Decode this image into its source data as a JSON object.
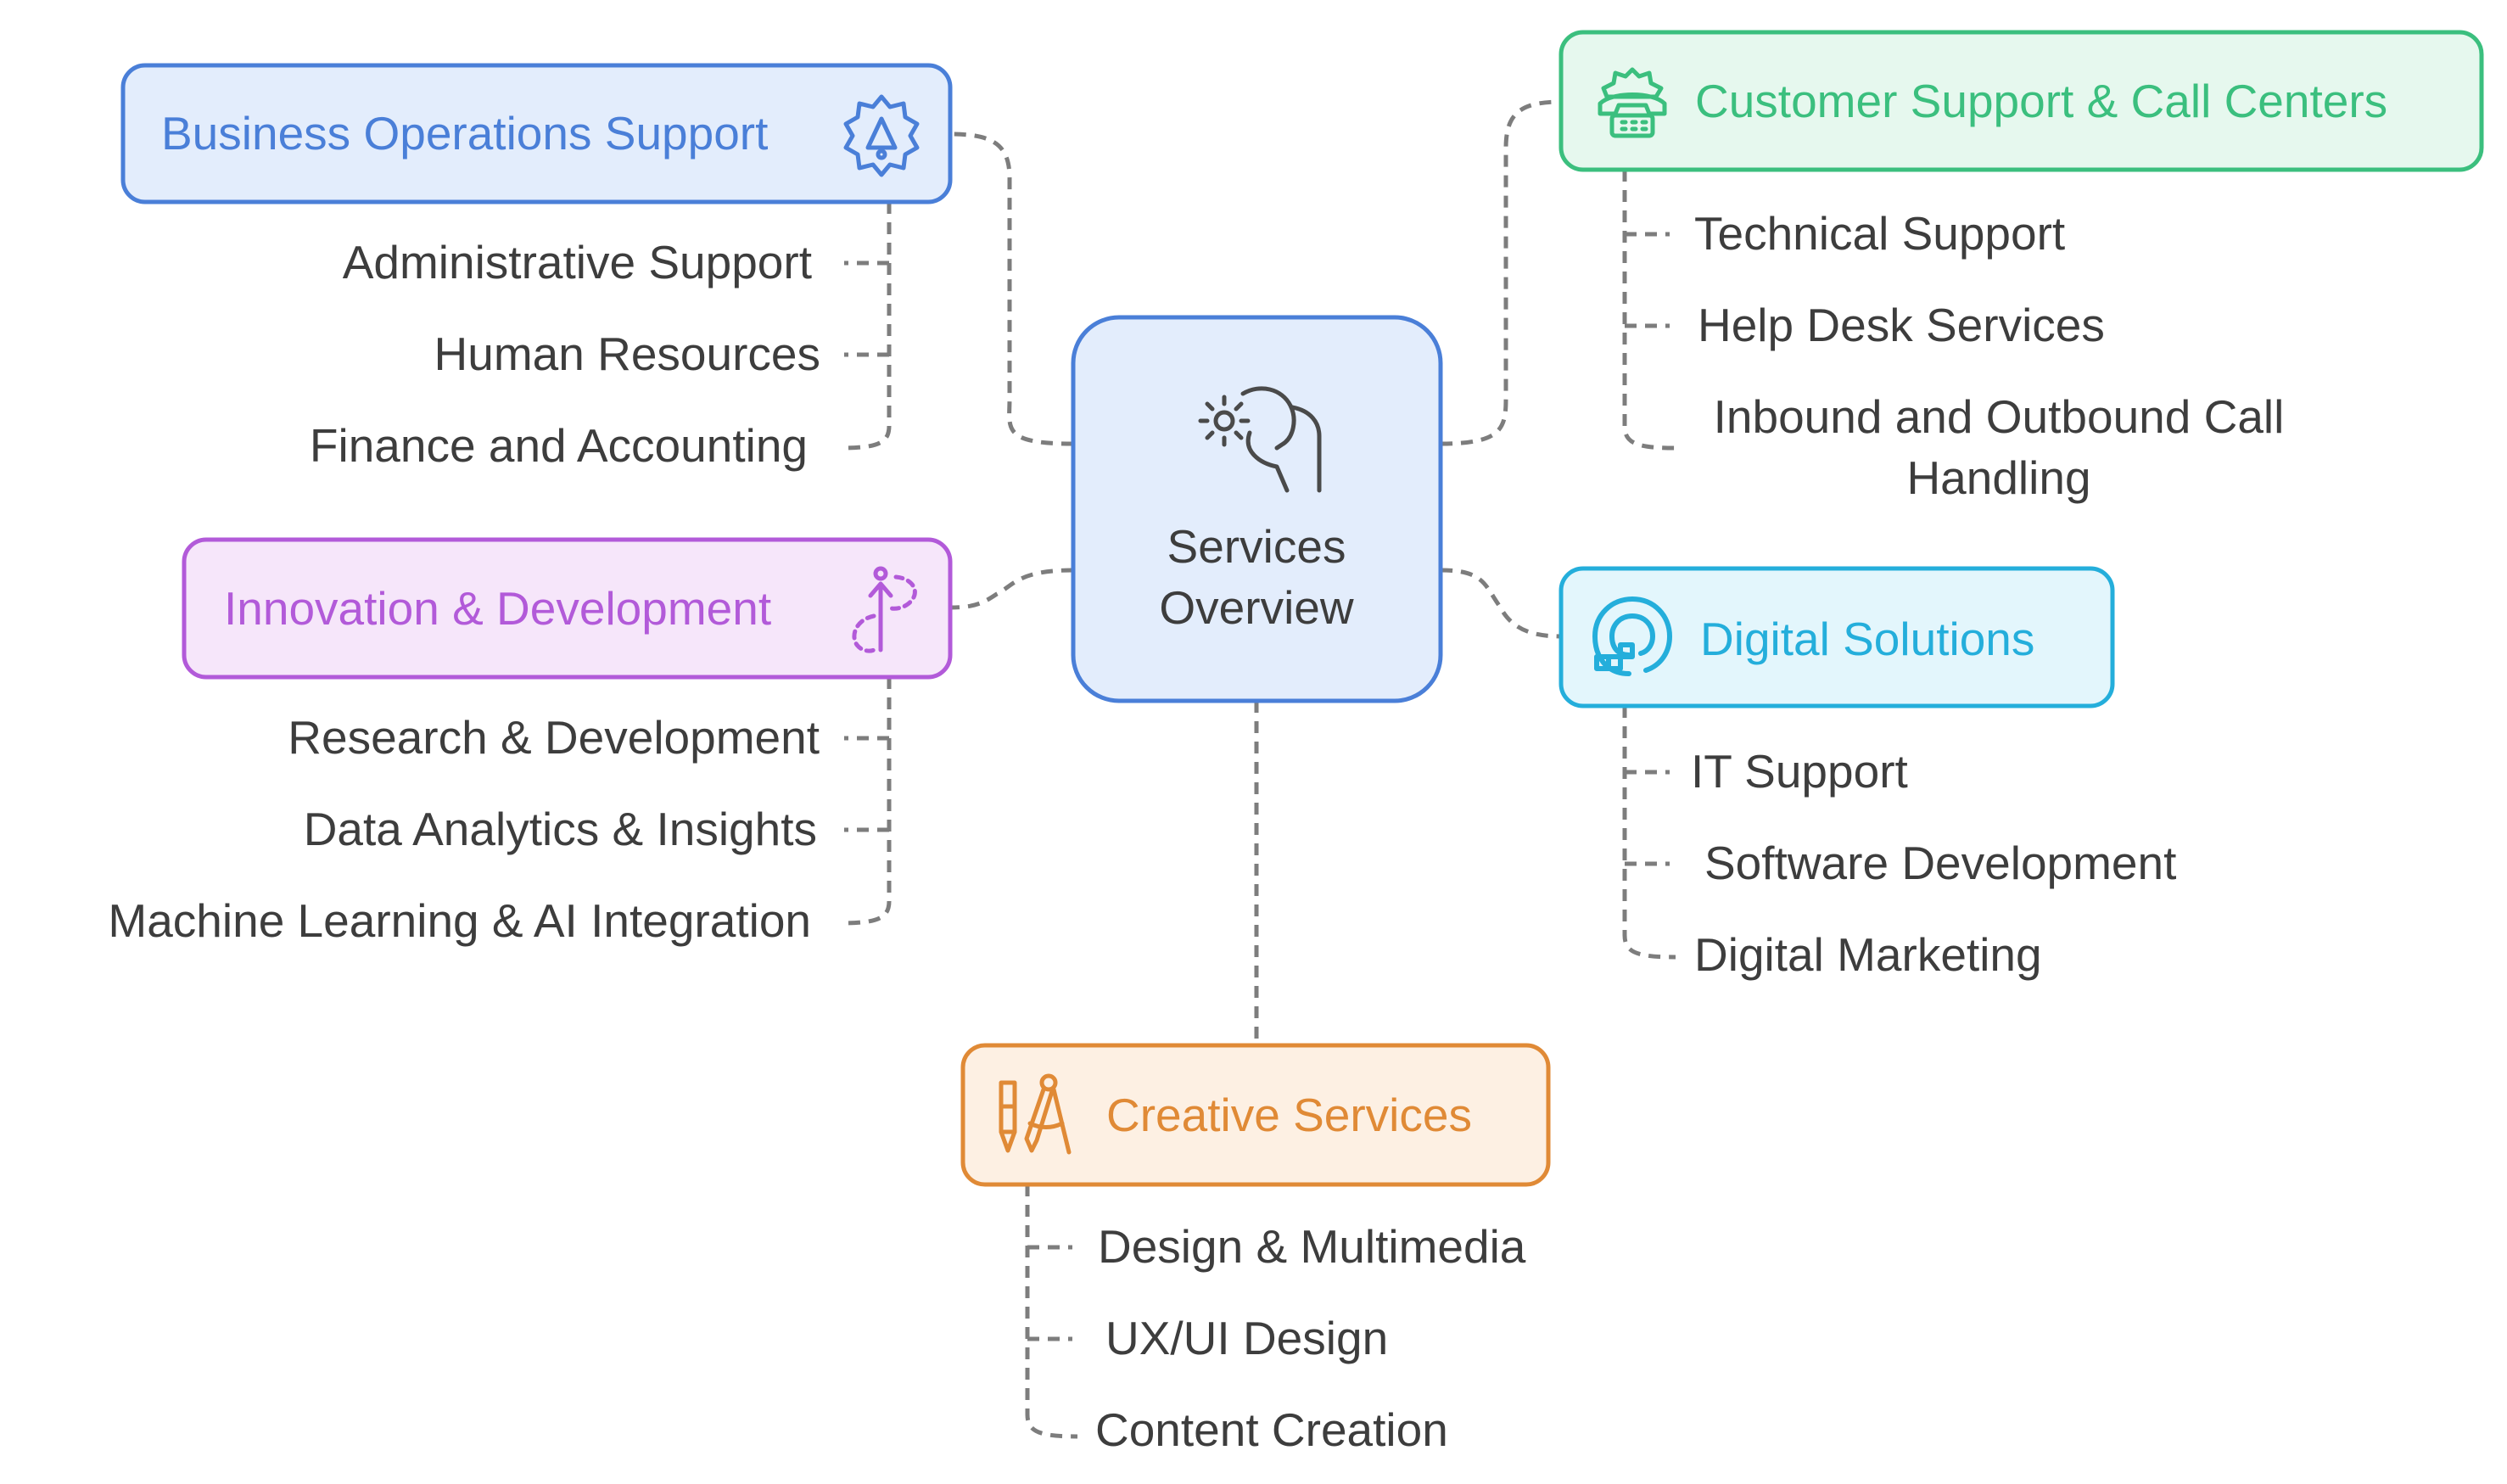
{
  "center": {
    "lines": [
      "Services",
      "Overview"
    ],
    "icon": "gear-hand-icon",
    "fill": "#e3edfc",
    "stroke": "#4a7fd8",
    "text_color": "#3d3d3d"
  },
  "branches": [
    {
      "id": "business",
      "title": "Business Operations Support",
      "icon": "gear-bell-icon",
      "color": "#4a7fd8",
      "fill": "#e3edfc",
      "items": [
        "Administrative Support",
        "Human Resources",
        "Finance and Accounting"
      ]
    },
    {
      "id": "innovation",
      "title": "Innovation & Development",
      "icon": "growth-arrow-icon",
      "color": "#b25ad9",
      "fill": "#f6e6fa",
      "items": [
        "Research & Development",
        "Data Analytics & Insights",
        "Machine Learning & AI Integration"
      ]
    },
    {
      "id": "customer",
      "title": "Customer Support & Call Centers",
      "icon": "phone-gear-icon",
      "color": "#3bbf7e",
      "fill": "#e6f8ee",
      "items": [
        "Technical Support",
        "Help Desk Services",
        [
          "Inbound and Outbound Call",
          "Handling"
        ]
      ]
    },
    {
      "id": "digital",
      "title": "Digital Solutions",
      "icon": "digital-swirl-icon",
      "color": "#24aedb",
      "fill": "#e3f6fc",
      "items": [
        "IT Support",
        "Software Development",
        "Digital Marketing"
      ]
    },
    {
      "id": "creative",
      "title": "Creative Services",
      "icon": "pen-compass-icon",
      "color": "#e08a36",
      "fill": "#fdf0e3",
      "items": [
        "Design & Multimedia",
        "UX/UI Design",
        "Content Creation"
      ]
    }
  ],
  "connector_color": "#7d7d7d",
  "item_text_color": "#3d3d3d"
}
